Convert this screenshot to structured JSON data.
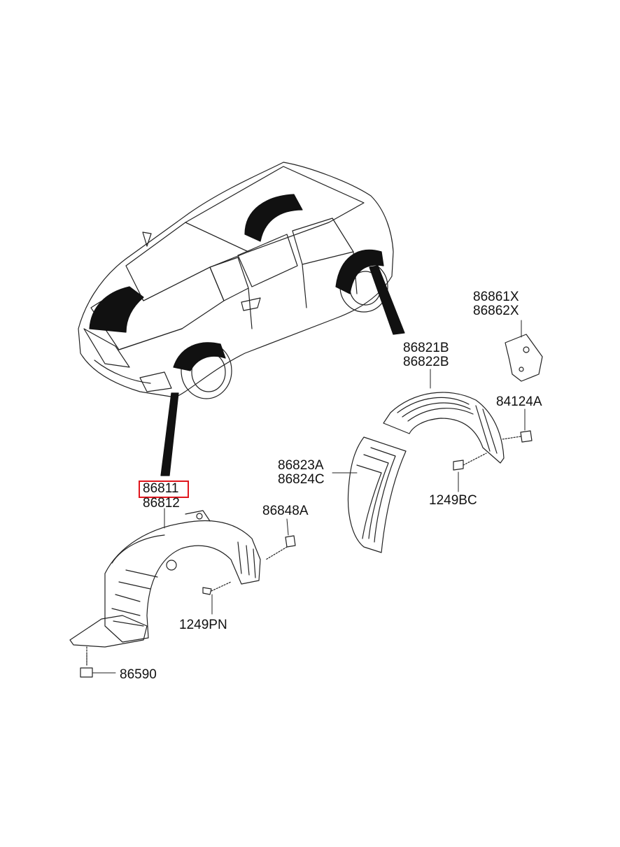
{
  "labels": {
    "p86811": "86811",
    "p86812": "86812",
    "p86848A": "86848A",
    "p1249PN": "1249PN",
    "p86590": "86590",
    "p86823A": "86823A",
    "p86824C": "86824C",
    "p1249BC": "1249BC",
    "p86821B": "86821B",
    "p86822B": "86822B",
    "p86861X": "86861X",
    "p86862X": "86862X",
    "p84124A": "84124A"
  },
  "highlight_color": "#e0161d"
}
